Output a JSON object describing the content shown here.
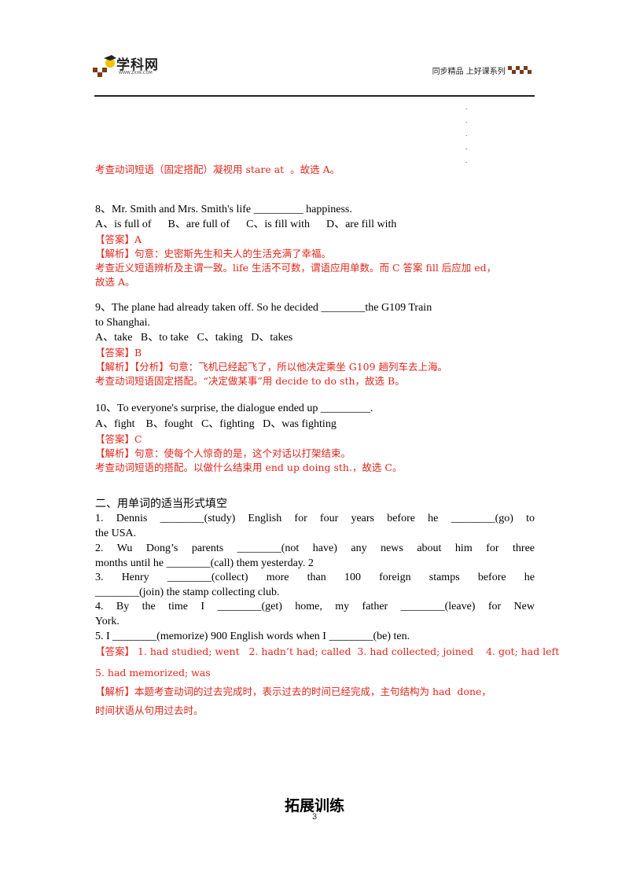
{
  "header": {
    "logo_text": "学科网",
    "logo_url": "WWW.ZXXK.COM",
    "series_text": "同步精品  上好课系列"
  },
  "explanation_top": "考查动词短语（固定搭配）凝视用 stare at  。故选 A。",
  "questions": [
    {
      "stem": "8、Mr. Smith and Mrs. Smith's life _________ happiness.",
      "options": "A、is full of      B、are full of      C、is fill with      D、are fill with",
      "answer": "【答案】A",
      "analysis": [
        "【解析】句意：史密斯先生和夫人的生活充满了幸福。",
        "考查近义短语辨析及主谓一致。life 生活不可数，谓语应用单数。而 C 答案 fill 后应加 ed，",
        "故选 A。"
      ]
    },
    {
      "stem": [
        "9、The plane had already taken off. So he decided ________the G109 Train",
        "to Shanghai."
      ],
      "options": "A、take   B、to take   C、taking   D、takes",
      "answer": "【答案】B",
      "analysis": [
        "【解析】【分析】句意：飞机已经起飞了，所以他决定乘坐 G109 趟列车去上海。",
        "考查动词短语固定搭配。“决定做某事”用 decide to do sth，故选 B。"
      ]
    },
    {
      "stem": "10、To everyone's surprise, the dialogue ended up _________.",
      "options": "A、fight    B、fought   C、fighting   D、was fighting",
      "answer": "【答案】C",
      "analysis": [
        "【解析】句意：使每个人惊奇的是，这个对话以打架结束。",
        "考查动词短语的搭配。以做什么结束用 end up doing sth.，故选 C。"
      ]
    }
  ],
  "section2": {
    "title": "二、用单词的适当形式填空",
    "lines": [
      "1. Dennis ________(study) English for four years before he ________(go) to",
      "the USA.",
      "2. Wu Dong’s parents ________(not have) any news about him for three",
      "months until he ________(call) them yesterday. 2",
      "3. Henry ________(collect) more than 100 foreign stamps before he",
      "________(join) the stamp collecting club.",
      "4. By the time I ________(get) home, my father ________(leave) for New",
      "York.",
      "5. I ________(memorize) 900 English words when I ________(be) ten."
    ],
    "answer_lines": [
      "【答案】 1. had studied; went   2. hadn’t had; called  3. had collected; joined    4. got; had left",
      "5. had memorized; was"
    ],
    "analysis_lines": [
      "【解析】本题考查动词的过去完成时，表示过去的时间已经完成，主句结构为 had  done，",
      "时间状语从句用过去时。"
    ]
  },
  "extension_title": "拓展训练",
  "page_number": "3"
}
